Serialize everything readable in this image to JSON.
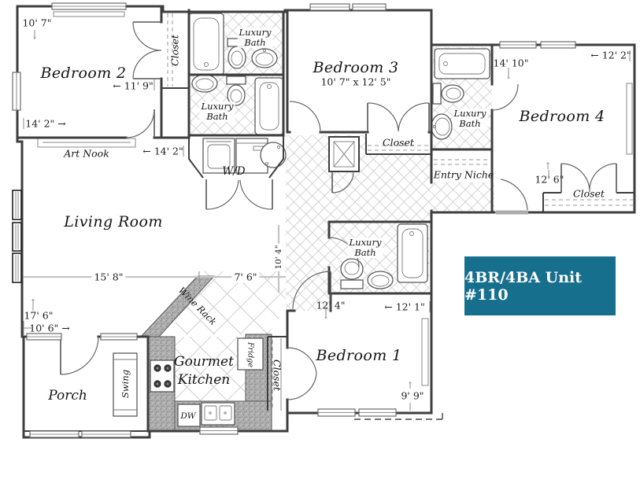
{
  "unit": {
    "title": "4BR/4BA Unit #110",
    "title_bg": "#176F8E",
    "title_color": "#FFFFFF"
  },
  "rooms": {
    "bedroom2": "Bedroom 2",
    "bedroom3": "Bedroom 3",
    "bedroom3_size": "10' 7\" x 12' 5\"",
    "bedroom4": "Bedroom 4",
    "bedroom1": "Bedroom 1",
    "living_room": "Living Room",
    "kitchen_line1": "Gourmet",
    "kitchen_line2": "Kitchen",
    "porch": "Porch",
    "art_nook": "Art Nook",
    "entry_niche": "Entry Niche",
    "wd": "W/D"
  },
  "fixtures": {
    "luxury_bath_line1": "Luxury",
    "luxury_bath_line2": "Bath",
    "closet": "Closet",
    "swing": "Swing",
    "fridge": "Fridge",
    "dw": "DW",
    "wine_rack": "Wine Rack"
  },
  "dimensions": {
    "bedroom2_depth": "10' 7\"",
    "bedroom2_inner_width": "← 11' 9\"",
    "bedroom2_width": "14' 2\" →",
    "art_nook_width": "← 14' 2\"",
    "bedroom4_depth": "14' 10\"",
    "bedroom4_width": "← 12' 2\"",
    "bedroom4_closet_width": "12' 6\"",
    "living_width": "15' 8\"",
    "hall_width": "7' 6\"",
    "hall_depth": "10' 4\"",
    "living_depth": "17' 6\"",
    "porch_width": "10' 6\" →",
    "bedroom1_depth": "12' 4\"",
    "bedroom1_width": "← 12' 1\"",
    "bedroom1_side": "9' 9\"",
    "arrow_down": "↓",
    "arrow_up": "↑"
  }
}
